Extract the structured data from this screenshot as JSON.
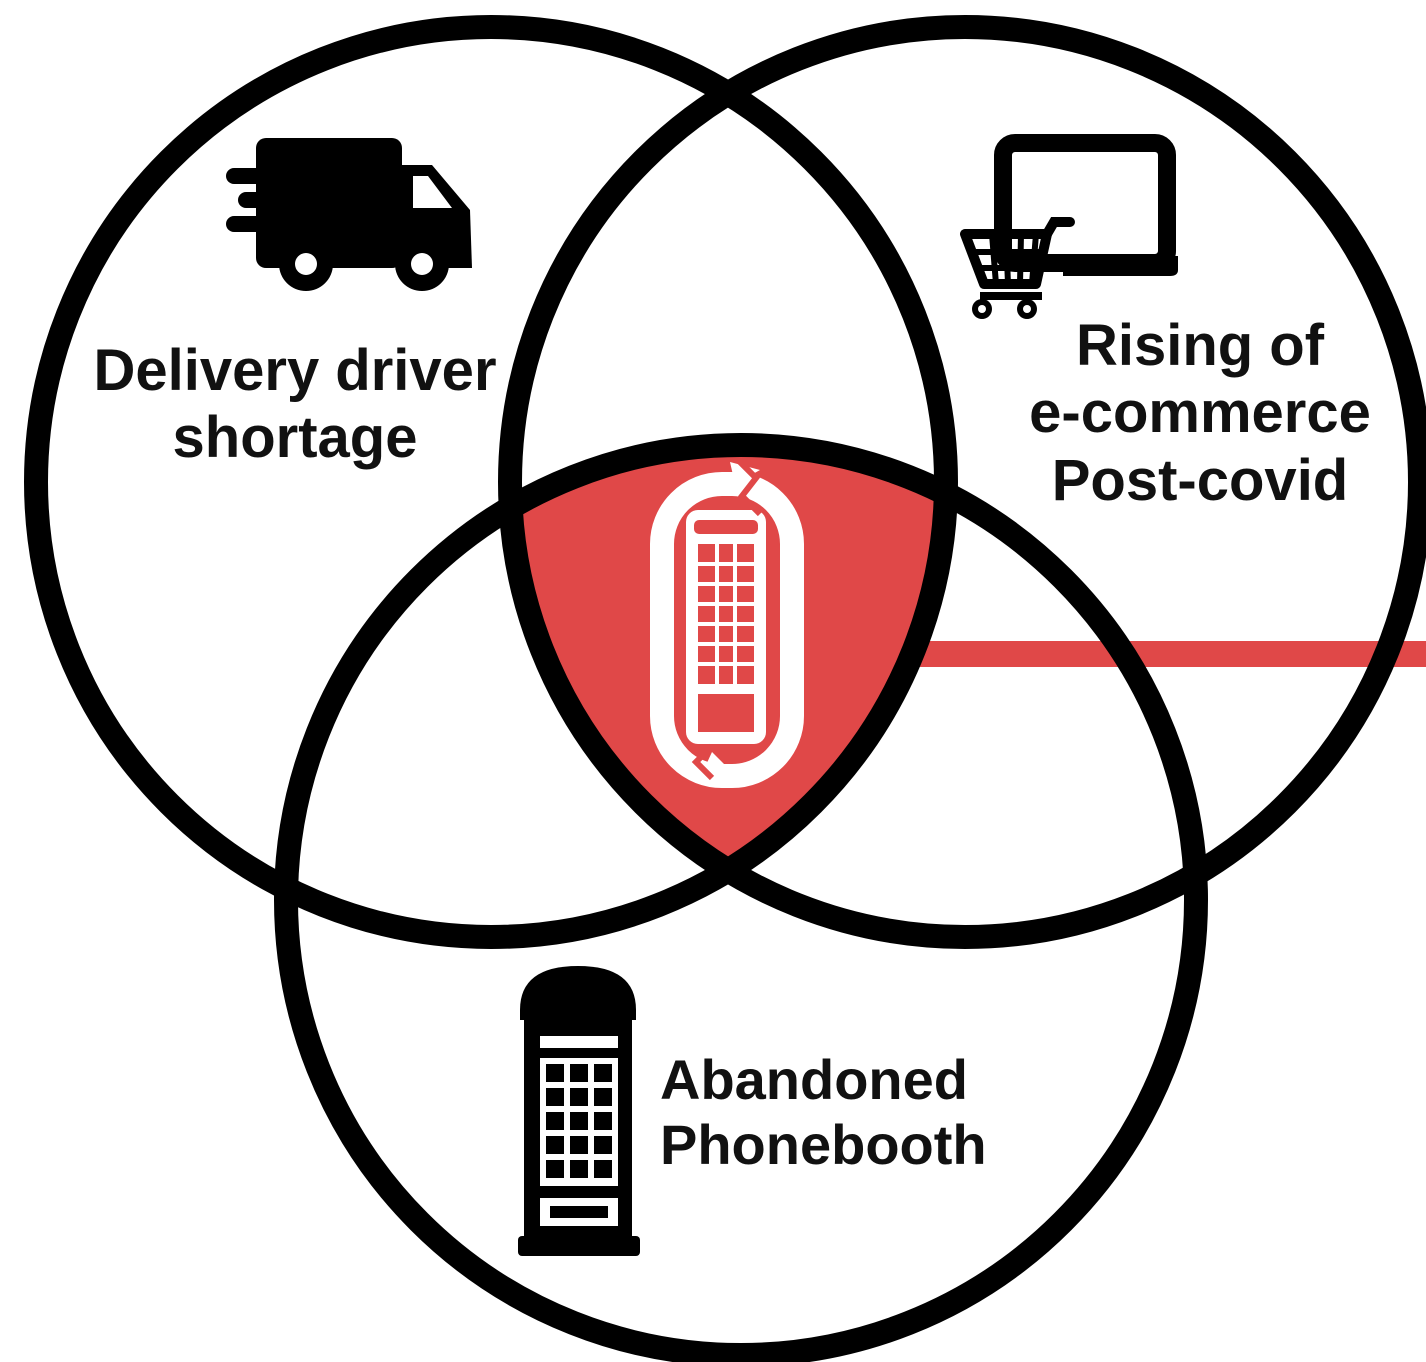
{
  "colors": {
    "outline": "#000000",
    "accent": "#e04848",
    "background": "#ffffff"
  },
  "sets": [
    {
      "id": "left",
      "icon": "delivery-truck-icon",
      "label_lines": [
        "Delivery driver",
        "shortage"
      ]
    },
    {
      "id": "right",
      "icon": "shopping-cart-laptop-icon",
      "label_lines": [
        "Rising of",
        "e-commerce",
        "Post-covid"
      ]
    },
    {
      "id": "bottom",
      "icon": "phonebooth-icon",
      "label_lines": [
        "Abandoned",
        "Phonebooth"
      ]
    }
  ],
  "intersection": {
    "icon": "recycled-phonebooth-icon",
    "highlighted": true
  }
}
